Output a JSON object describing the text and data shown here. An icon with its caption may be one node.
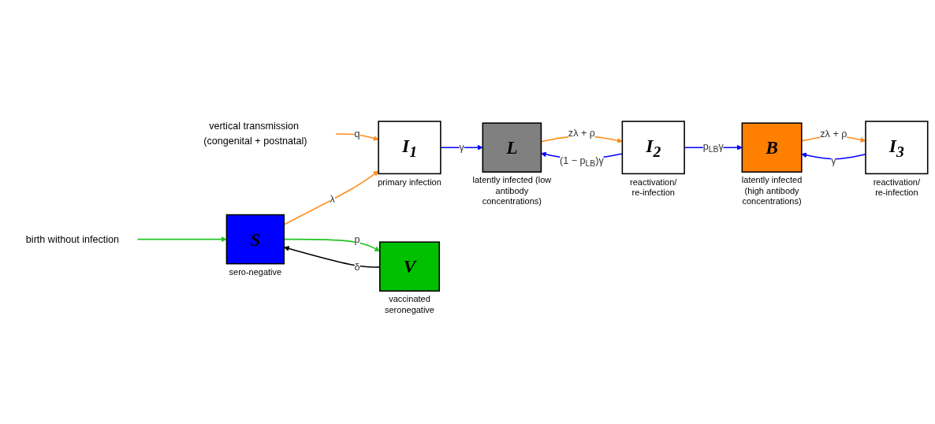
{
  "diagram": {
    "nodes": [
      {
        "text": [
          "birth without infection"
        ]
      },
      {
        "text": [
          "vertical transmission (congenital + postnatal)"
        ]
      },
      {
        "text": [
          "S"
        ],
        "beside": [
          "sero-negative"
        ]
      },
      {
        "text": [
          "I$_{1}$"
        ],
        "beside": [
          "primary infection"
        ]
      },
      {
        "text": [
          "L"
        ],
        "beside": [
          "latently infected (low antibody concentrations)"
        ]
      },
      {
        "text": [
          "I$_{2}$"
        ],
        "beside": [
          "reactivation/ re-infection"
        ]
      },
      {
        "text": [
          "B"
        ],
        "beside": [
          "latently infected (high antibody concentrations)"
        ]
      },
      {
        "text": [
          "I$_{3}$"
        ],
        "beside": [
          "reactivation/ re-infection"
        ]
      },
      {
        "text": [
          "V"
        ],
        "beside": [
          "vaccinated seronegative"
        ]
      }
    ],
    "edges": [
      {
        "from": 0,
        "to": 2,
        "arrow": "to",
        "color": "#22c322"
      },
      {
        "from": 1,
        "to": 3,
        "arrow": "to",
        "label": "q",
        "color": "#ff8c1a"
      },
      {
        "from": 2,
        "to": 3,
        "arrow": "to",
        "label": "λ",
        "color": "#ff8c1a"
      },
      {
        "from": 3,
        "to": 4,
        "arrow": "to",
        "label": "γ",
        "color": "#0000ff"
      },
      {
        "from": 4,
        "to": 5,
        "arrow": "to",
        "label": "zλ + ρ",
        "color": "#ff8c1a"
      },
      {
        "from": 5,
        "to": 4,
        "arrow": "to",
        "label": "(1 − p$_{LB}$)γ",
        "color": "#0000ff"
      },
      {
        "from": 5,
        "to": 6,
        "arrow": "to",
        "label": "p$_{LB}$γ",
        "color": "#0000ff"
      },
      {
        "from": 6,
        "to": 7,
        "arrow": "to",
        "label": "zλ + ρ",
        "color": "#ff8c1a"
      },
      {
        "from": 7,
        "to": 6,
        "arrow": "to",
        "label": "γ",
        "color": "#0000ff"
      },
      {
        "from": 2,
        "to": 8,
        "arrow": "to",
        "label": "p",
        "color": "#22c322"
      },
      {
        "from": 8,
        "to": 2,
        "arrow": "to",
        "label": "δ",
        "color": "#000000"
      }
    ]
  }
}
